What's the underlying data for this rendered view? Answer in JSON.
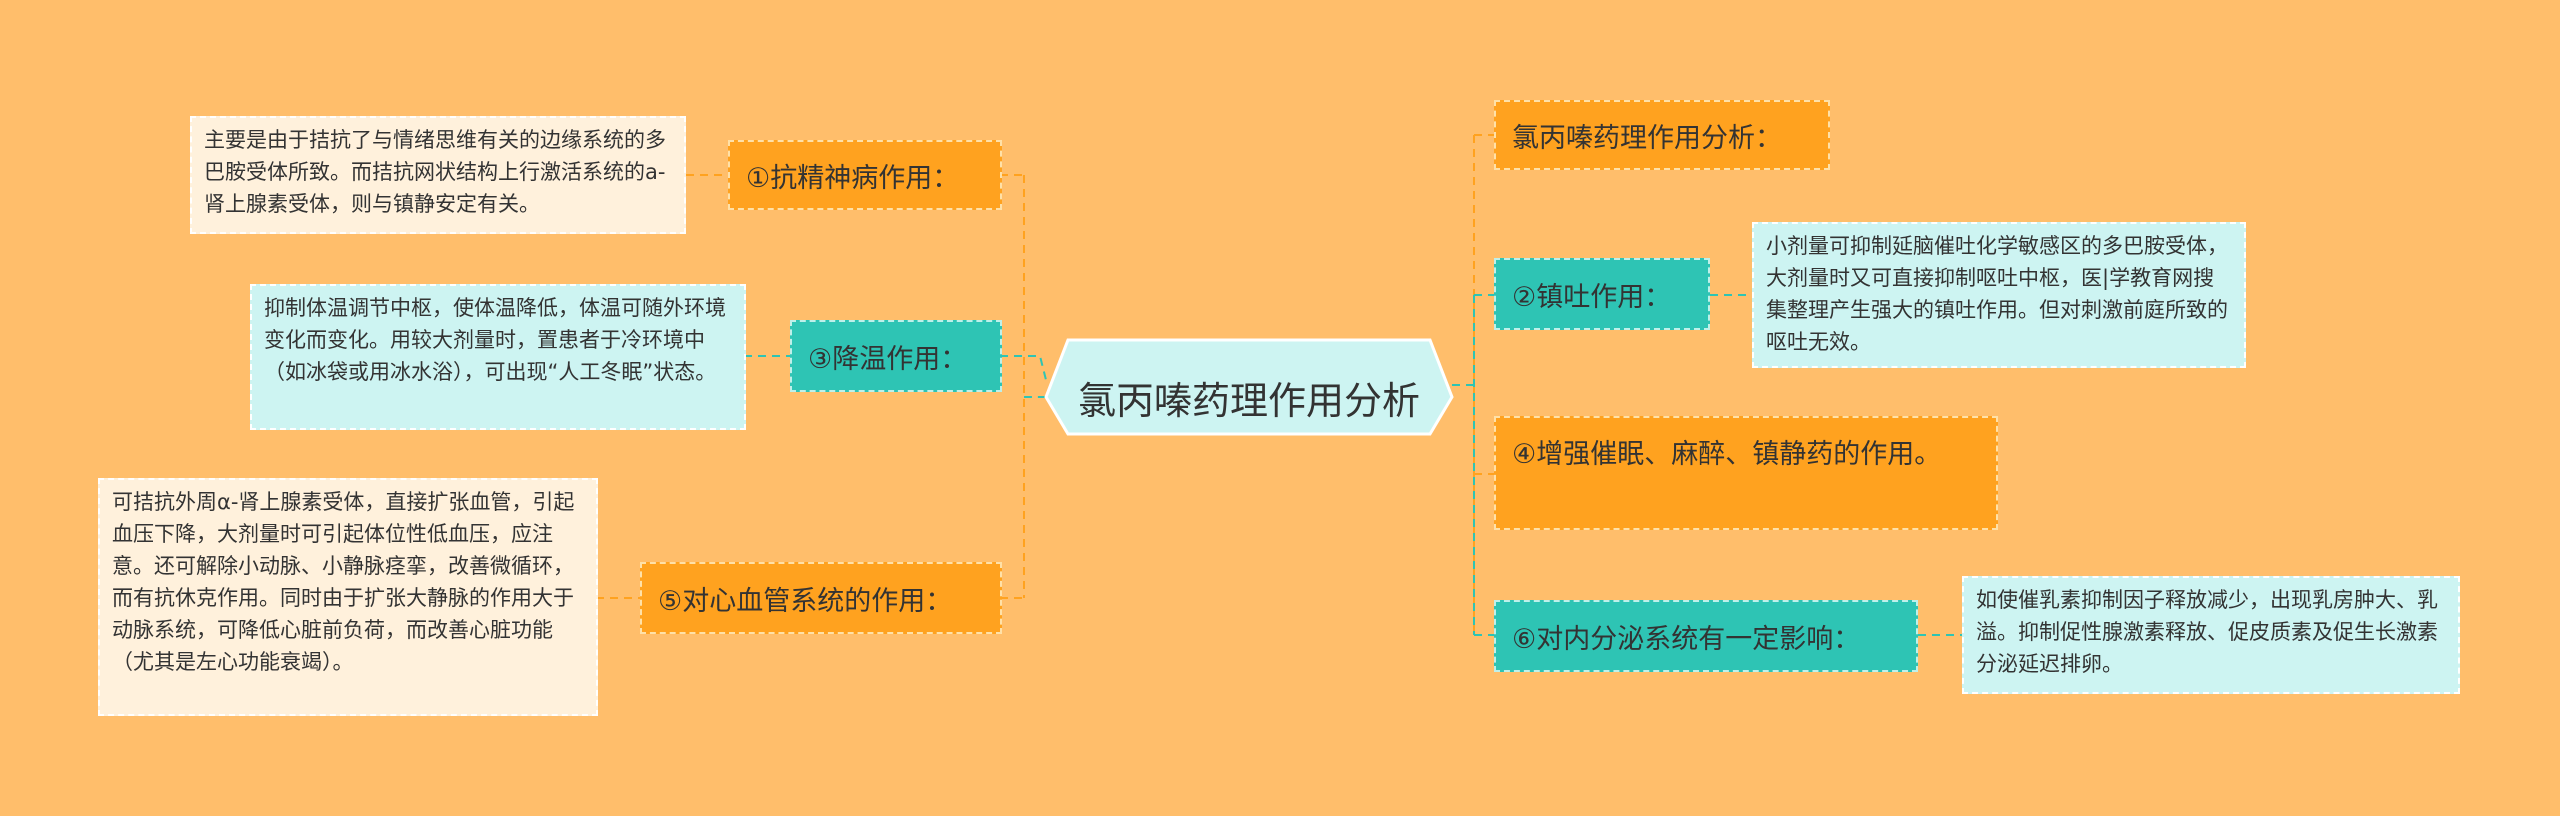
{
  "root": {
    "title": "氯丙嗪药理作用分析"
  },
  "colors": {
    "background": "#ffbe6b",
    "orange_branch": "#ffa21f",
    "teal_branch": "#2ec4b4",
    "cream_leaf": "#fff1dc",
    "cyan_leaf": "#cdf4f2",
    "root_fill": "#cdf4f2"
  },
  "left_branches": [
    {
      "label": "①抗精神病作用：",
      "detail": "主要是由于拮抗了与情绪思维有关的边缘系统的多巴胺受体所致。而拮抗网状结构上行激活系统的a-肾上腺素受体，则与镇静安定有关。"
    },
    {
      "label": "③降温作用：",
      "detail": "抑制体温调节中枢，使体温降低，体温可随外环境变化而变化。用较大剂量时，置患者于冷环境中（如冰袋或用冰水浴），可出现“人工冬眠”状态。"
    },
    {
      "label": "⑤对心血管系统的作用：",
      "detail": "可拮抗外周α-肾上腺素受体，直接扩张血管，引起血压下降，大剂量时可引起体位性低血压，应注意。还可解除小动脉、小静脉痉挛，改善微循环，而有抗休克作用。同时由于扩张大静脉的作用大于动脉系统，可降低心脏前负荷，而改善心脏功能（尤其是左心功能衰竭）。"
    }
  ],
  "right_branches": [
    {
      "label": "氯丙嗪药理作用分析："
    },
    {
      "label": "②镇吐作用：",
      "detail": "小剂量可抑制延脑催吐化学敏感区的多巴胺受体，大剂量时又可直接抑制呕吐中枢，医|学教育网搜集整理产生强大的镇吐作用。但对刺激前庭所致的呕吐无效。"
    },
    {
      "label": "④增强催眠、麻醉、镇静药的作用。"
    },
    {
      "label": "⑥对内分泌系统有一定影响：",
      "detail": "如使催乳素抑制因子释放减少，出现乳房肿大、乳溢。抑制促性腺激素释放、促皮质素及促生长激素分泌延迟排卵。"
    }
  ]
}
